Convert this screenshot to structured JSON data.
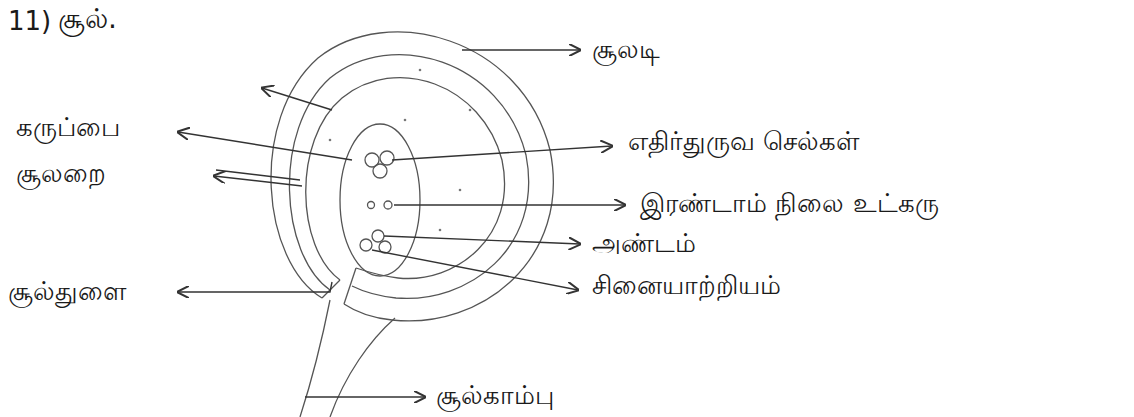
{
  "diagram": {
    "title": "சூல்.",
    "labels": [
      "11)",
      "சூலடி",
      "கருப்பை",
      "சூலறை",
      "சூல்துளை",
      "எதிர்துருவ செல்கள்",
      "இரண்டாம் நிலை உட்கரு",
      "அண்டம்",
      "சினையாற்றியம்",
      "சூல்காம்பு"
    ]
  }
}
